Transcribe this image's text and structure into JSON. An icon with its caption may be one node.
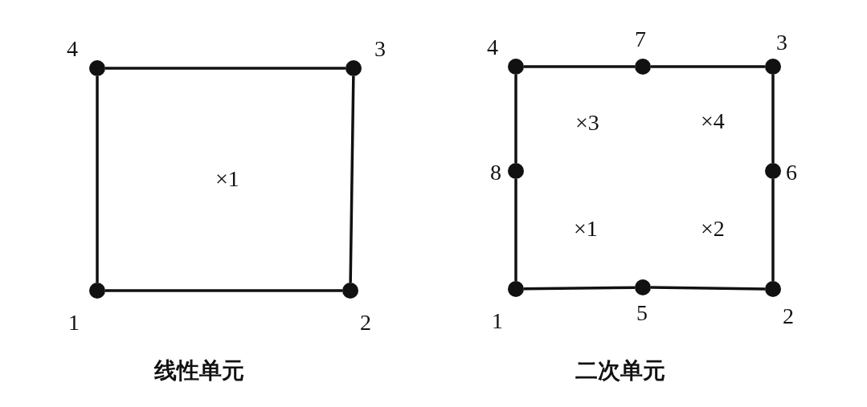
{
  "diagram": {
    "nodes": [
      {
        "text": [],
        "shape": "circle",
        "beside": [
          "4"
        ]
      },
      {
        "text": [],
        "shape": "circle",
        "beside": [
          "3"
        ]
      },
      {
        "text": [],
        "shape": "circle",
        "beside": [
          "1"
        ]
      },
      {
        "text": [],
        "shape": "circle",
        "beside": [
          "2"
        ]
      },
      {
        "text": [],
        "shape": "circle",
        "beside": [
          "4"
        ]
      },
      {
        "text": [],
        "shape": "circle",
        "beside": [
          "7"
        ]
      },
      {
        "text": [],
        "shape": "circle",
        "beside": [
          "3"
        ]
      },
      {
        "text": [],
        "shape": "circle",
        "beside": [
          "8"
        ]
      },
      {
        "text": [],
        "shape": "circle",
        "beside": [
          "6"
        ]
      },
      {
        "text": [],
        "shape": "circle",
        "beside": [
          "1"
        ]
      },
      {
        "text": [],
        "shape": "circle",
        "beside": [
          "5"
        ]
      },
      {
        "text": [],
        "shape": "circle",
        "beside": [
          "2"
        ]
      }
    ],
    "edges": [
      {
        "from": 0,
        "to": 1,
        "arrow": "none"
      },
      {
        "from": 1,
        "to": 3,
        "arrow": "none"
      },
      {
        "from": 3,
        "to": 2,
        "arrow": "none"
      },
      {
        "from": 2,
        "to": 0,
        "arrow": "none"
      },
      {
        "from": 4,
        "to": 5,
        "arrow": "none"
      },
      {
        "from": 5,
        "to": 6,
        "arrow": "none"
      },
      {
        "from": 6,
        "to": 8,
        "arrow": "none"
      },
      {
        "from": 8,
        "to": 11,
        "arrow": "none"
      },
      {
        "from": 11,
        "to": 10,
        "arrow": "none"
      },
      {
        "from": 10,
        "to": 9,
        "arrow": "none"
      },
      {
        "from": 9,
        "to": 7,
        "arrow": "none"
      },
      {
        "from": 7,
        "to": 4,
        "arrow": "none"
      }
    ],
    "labels": [
      "×1",
      "×3",
      "×4",
      "×1",
      "×2",
      "线性单元",
      "二次单元"
    ]
  }
}
